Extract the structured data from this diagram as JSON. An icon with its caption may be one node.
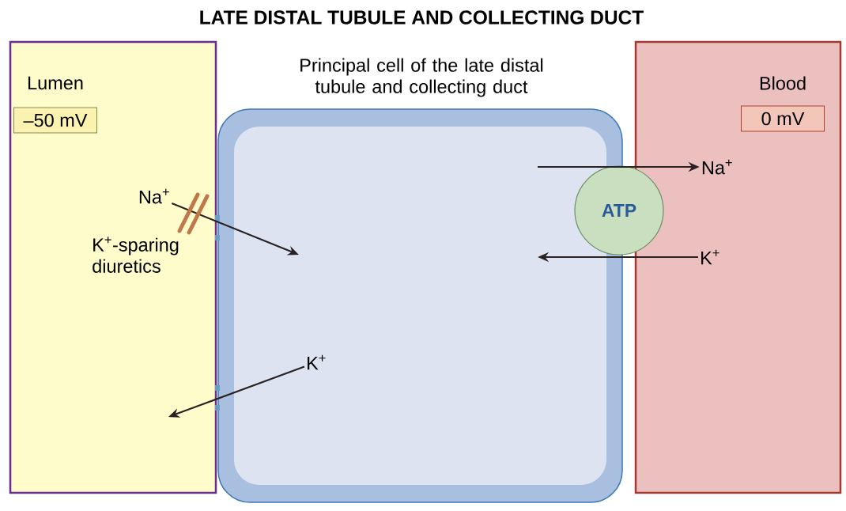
{
  "diagram": {
    "title": "LATE DISTAL TUBULE AND COLLECTING DUCT",
    "nodes": [
      {
        "text": [
          "Lumen"
        ]
      },
      {
        "text": [
          "–50 mV"
        ],
        "in": 0
      },
      {
        "text": [
          "Principal cell of the late distal tubule and collecting duct"
        ]
      },
      {
        "text": [
          "Blood"
        ]
      },
      {
        "text": [
          "0 mV"
        ],
        "in": 3
      },
      {
        "text": [
          "ATP"
        ]
      },
      {
        "text": [
          "Na$^{+}$"
        ],
        "in": 0
      },
      {
        "text": [
          "Na$^{+}$"
        ],
        "in": 3
      },
      {
        "text": [
          "K$^{+}$"
        ],
        "in": 3
      },
      {
        "text": [
          "K$^{+}$"
        ],
        "in": 2
      }
    ],
    "edges": [
      {
        "from": 6,
        "to": null,
        "arrow": "to"
      },
      {
        "from": null,
        "to": 7,
        "arrow": "to"
      },
      {
        "from": 8,
        "to": null,
        "arrow": "to"
      },
      {
        "from": 9,
        "to": null,
        "arrow": "to"
      }
    ],
    "labels": [
      "K$^{+}$-sparing diuretics"
    ]
  }
}
